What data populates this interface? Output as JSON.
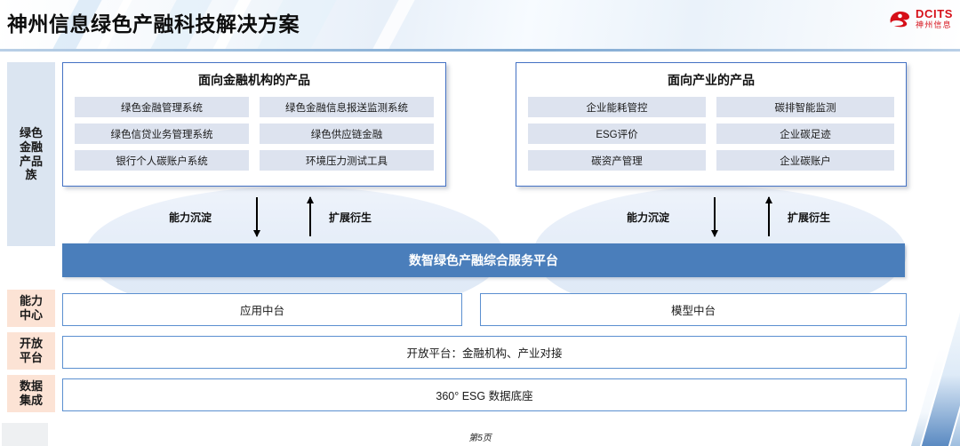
{
  "header": {
    "title": "神州信息绿色产融科技解决方案",
    "logo": {
      "icon": "dcits-swoosh-icon",
      "en": "DCITS",
      "cn": "神州信息",
      "color": "#d60f18"
    }
  },
  "sidebar": {
    "items": [
      {
        "id": "green-finance-family",
        "label": "绿色\n金融\n产品\n族",
        "color": "#dbe5f1"
      },
      {
        "id": "capability-center",
        "label": "能力\n中心",
        "color": "#fce3d5"
      },
      {
        "id": "open-platform",
        "label": "开放\n平台",
        "color": "#fce3d5"
      },
      {
        "id": "data-integration",
        "label": "数据\n集成",
        "color": "#fce3d5"
      }
    ]
  },
  "panels": [
    {
      "id": "financial-institution-products",
      "title": "面向金融机构的产品",
      "items": [
        "绿色金融管理系统",
        "绿色金融信息报送监测系统",
        "绿色信贷业务管理系统",
        "绿色供应链金融",
        "银行个人碳账户系统",
        "环境压力测试工具"
      ]
    },
    {
      "id": "industry-products",
      "title": "面向产业的产品",
      "items": [
        "企业能耗管控",
        "碳排智能监测",
        "ESG评价",
        "企业碳足迹",
        "碳资产管理",
        "企业碳账户"
      ]
    }
  ],
  "flows": {
    "left": {
      "down_label": "能力沉淀",
      "up_label": "扩展衍生"
    },
    "right": {
      "down_label": "能力沉淀",
      "up_label": "扩展衍生"
    }
  },
  "platform": {
    "label": "数智绿色产融综合服务平台",
    "color": "#4a7ebb"
  },
  "rows": {
    "app_middle_platform": "应用中台",
    "model_middle_platform": "模型中台",
    "open_platform": "开放平台：金融机构、产业对接",
    "data_base": "360° ESG 数据底座"
  },
  "footer": {
    "page_label": "第5页"
  }
}
